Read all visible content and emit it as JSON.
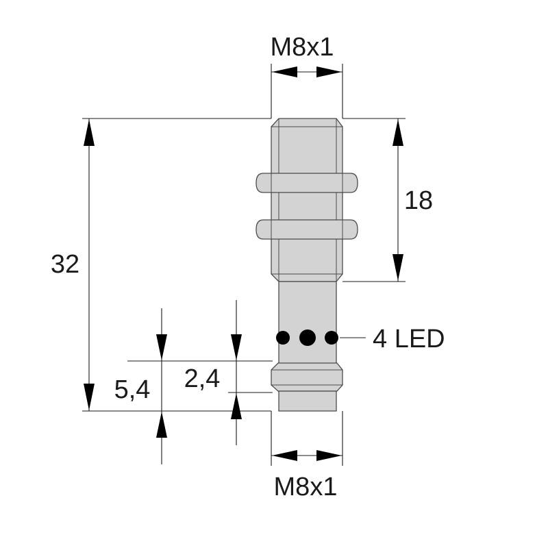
{
  "dimensions": {
    "thread_top": "M8x1",
    "thread_bottom": "M8x1",
    "overall_length": "32",
    "thread_length": "18",
    "dim_5_4": "5,4",
    "dim_2_4": "2,4"
  },
  "callouts": {
    "led": "4 LED"
  },
  "colors": {
    "body": "#d3d3d3",
    "outline": "#4a4a4a",
    "lines": "#1a1a1a",
    "led": "#000000"
  }
}
